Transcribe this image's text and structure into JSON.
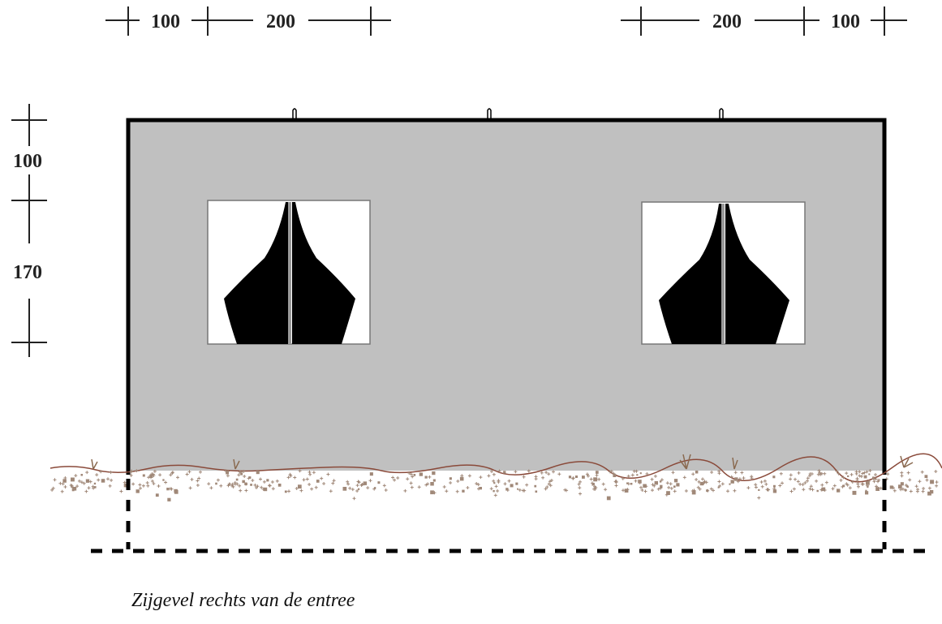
{
  "dimensions": {
    "top_left": [
      "100",
      "200"
    ],
    "top_right": [
      "200",
      "100"
    ],
    "left_vertical": [
      "100",
      "170"
    ]
  },
  "caption": "Zijgevel rechts van de entree",
  "colors": {
    "wall": "#c0c0c0",
    "outline": "#000000",
    "window": "#ffffff",
    "curtain": "#000000",
    "ground_line": "#8a4a3a",
    "gravel": "#a08878"
  }
}
